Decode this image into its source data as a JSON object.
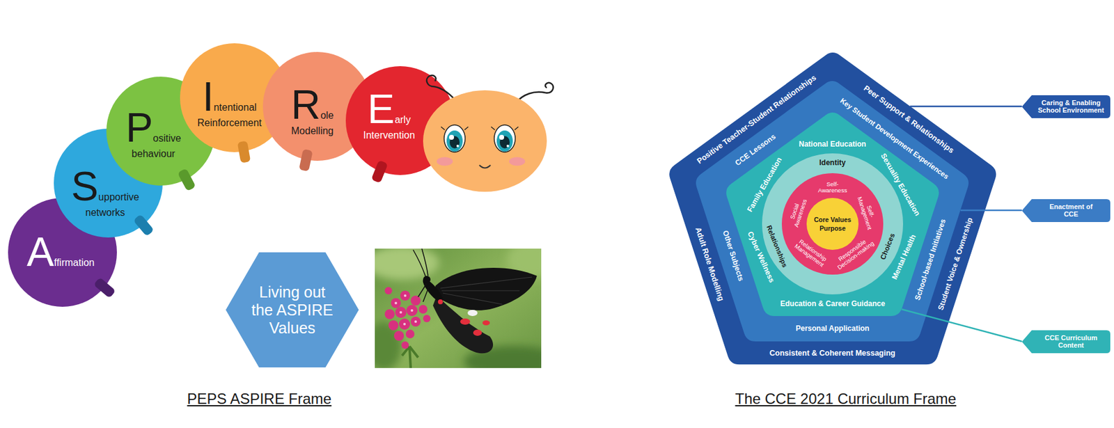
{
  "diagram": {
    "nodes": [
      {
        "text": [
          "A",
          "ffirmation"
        ]
      },
      {
        "text": [
          "S",
          "upportive networks"
        ]
      },
      {
        "text": [
          "P",
          "ositive behaviour"
        ]
      },
      {
        "text": [
          "I",
          "ntentional Reinforcement"
        ]
      },
      {
        "text": [
          "R",
          "ole Modelling"
        ]
      },
      {
        "text": [
          "E",
          "arly Intervention"
        ]
      },
      {
        "text": [
          "Living out the ASPIRE Values"
        ]
      },
      {
        "text": [
          "Positive Teacher-Student Relationships",
          "Peer Support & Relationships",
          "Student Voice & Ownership",
          "Consistent & Coherent Messaging",
          "Adult Role Modelling"
        ]
      },
      {
        "text": [
          "CCE Lessons",
          "Key Student Development Experiences",
          "School-based Initiatives",
          "Personal Application",
          "Other Subjects"
        ],
        "in": 7
      },
      {
        "text": [
          "National Education",
          "Sexuality Education",
          "Mental Health",
          "Education & Career Guidance",
          "Cyber Wellness",
          "Family Education"
        ],
        "in": 8
      },
      {
        "text": [
          "Identity",
          "Choices",
          "Relationships"
        ],
        "in": 9
      },
      {
        "text": [
          "Self-Awareness",
          "Self-Management",
          "Responsible Decision-making",
          "Relationship Management",
          "Social Awareness"
        ],
        "in": 10
      },
      {
        "text": [
          "Core Values",
          "Purpose"
        ],
        "in": 11
      },
      {
        "text": [
          "Caring & Enabling School Environment"
        ]
      },
      {
        "text": [
          "Enactment of CCE"
        ]
      },
      {
        "text": [
          "CCE Curriculum Content"
        ]
      }
    ],
    "edges": [
      {
        "from": 7,
        "to": 13,
        "arrow": "none"
      },
      {
        "from": 8,
        "to": 14,
        "arrow": "none"
      },
      {
        "from": 9,
        "to": 15,
        "arrow": "none"
      }
    ],
    "labels": [
      "PEPS ASPIRE Frame",
      "The CCE 2021 Curriculum Frame"
    ]
  }
}
